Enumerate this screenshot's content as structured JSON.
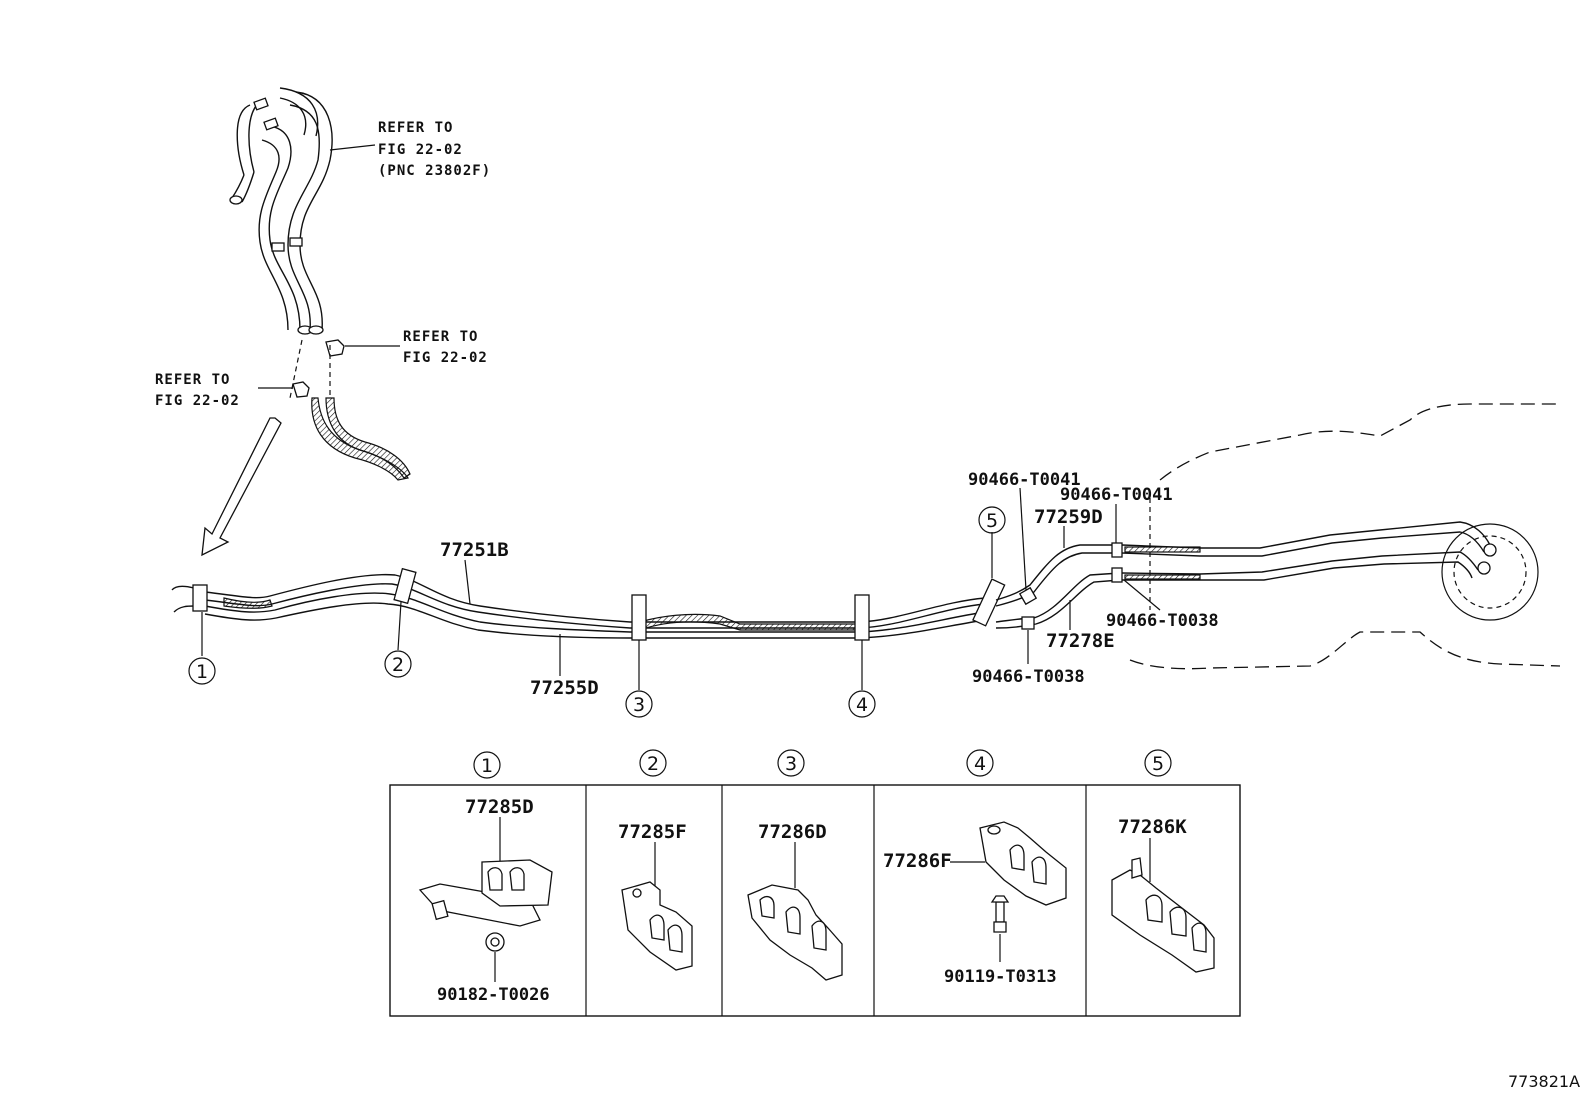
{
  "references": [
    {
      "line1": "REFER TO",
      "line2": "FIG 22-02",
      "line3": "(PNC 23802F)"
    },
    {
      "line1": "REFER TO",
      "line2": "FIG 22-02"
    },
    {
      "line1": "REFER TO",
      "line2": "FIG 22-02"
    }
  ],
  "callouts": {
    "c1": "77251B",
    "c2": "77255D",
    "c3": "77259D",
    "c4": "77278E",
    "c5": "90466-T0041",
    "c6": "90466-T0041",
    "c7": "90466-T0038",
    "c8": "90466-T0038"
  },
  "clamp_markers": [
    "1",
    "2",
    "3",
    "4",
    "5"
  ],
  "detail_box": {
    "headers": [
      "1",
      "2",
      "3",
      "4",
      "5"
    ],
    "cells": [
      {
        "part": "77285D",
        "sub_part": "90182-T0026"
      },
      {
        "part": "77285F"
      },
      {
        "part": "77286D"
      },
      {
        "part": "77286F",
        "sub_part": "90119-T0313"
      },
      {
        "part": "77286K"
      }
    ]
  },
  "diagram_id": "773821A"
}
